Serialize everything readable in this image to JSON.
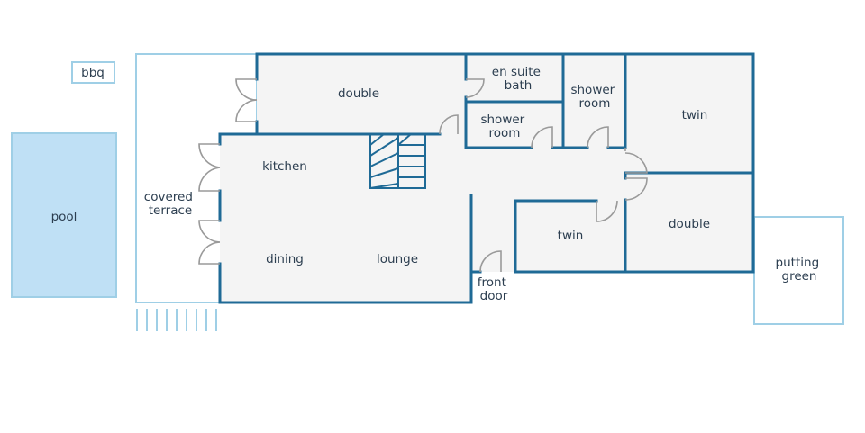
{
  "colors": {
    "wall": "#1f6a96",
    "light_outline": "#9fcfe6",
    "floor": "#f4f4f4",
    "pool_fill": "#bfe0f5",
    "door": "#9a9a9a",
    "text": "#2c3e50"
  },
  "labels": {
    "bbq": "bbq",
    "pool": "pool",
    "covered_terrace": [
      "covered",
      "terrace"
    ],
    "putting_green": [
      "putting",
      "green"
    ],
    "double_upper": "double",
    "en_suite_bath": [
      "en suite",
      "bath"
    ],
    "shower_room_top": [
      "shower",
      "room"
    ],
    "shower_room_middle": [
      "shower",
      "room"
    ],
    "twin_right": "twin",
    "kitchen": "kitchen",
    "dining": "dining",
    "lounge": "lounge",
    "twin_middle": "twin",
    "double_right": "double",
    "front_door": [
      "front",
      "door"
    ]
  }
}
